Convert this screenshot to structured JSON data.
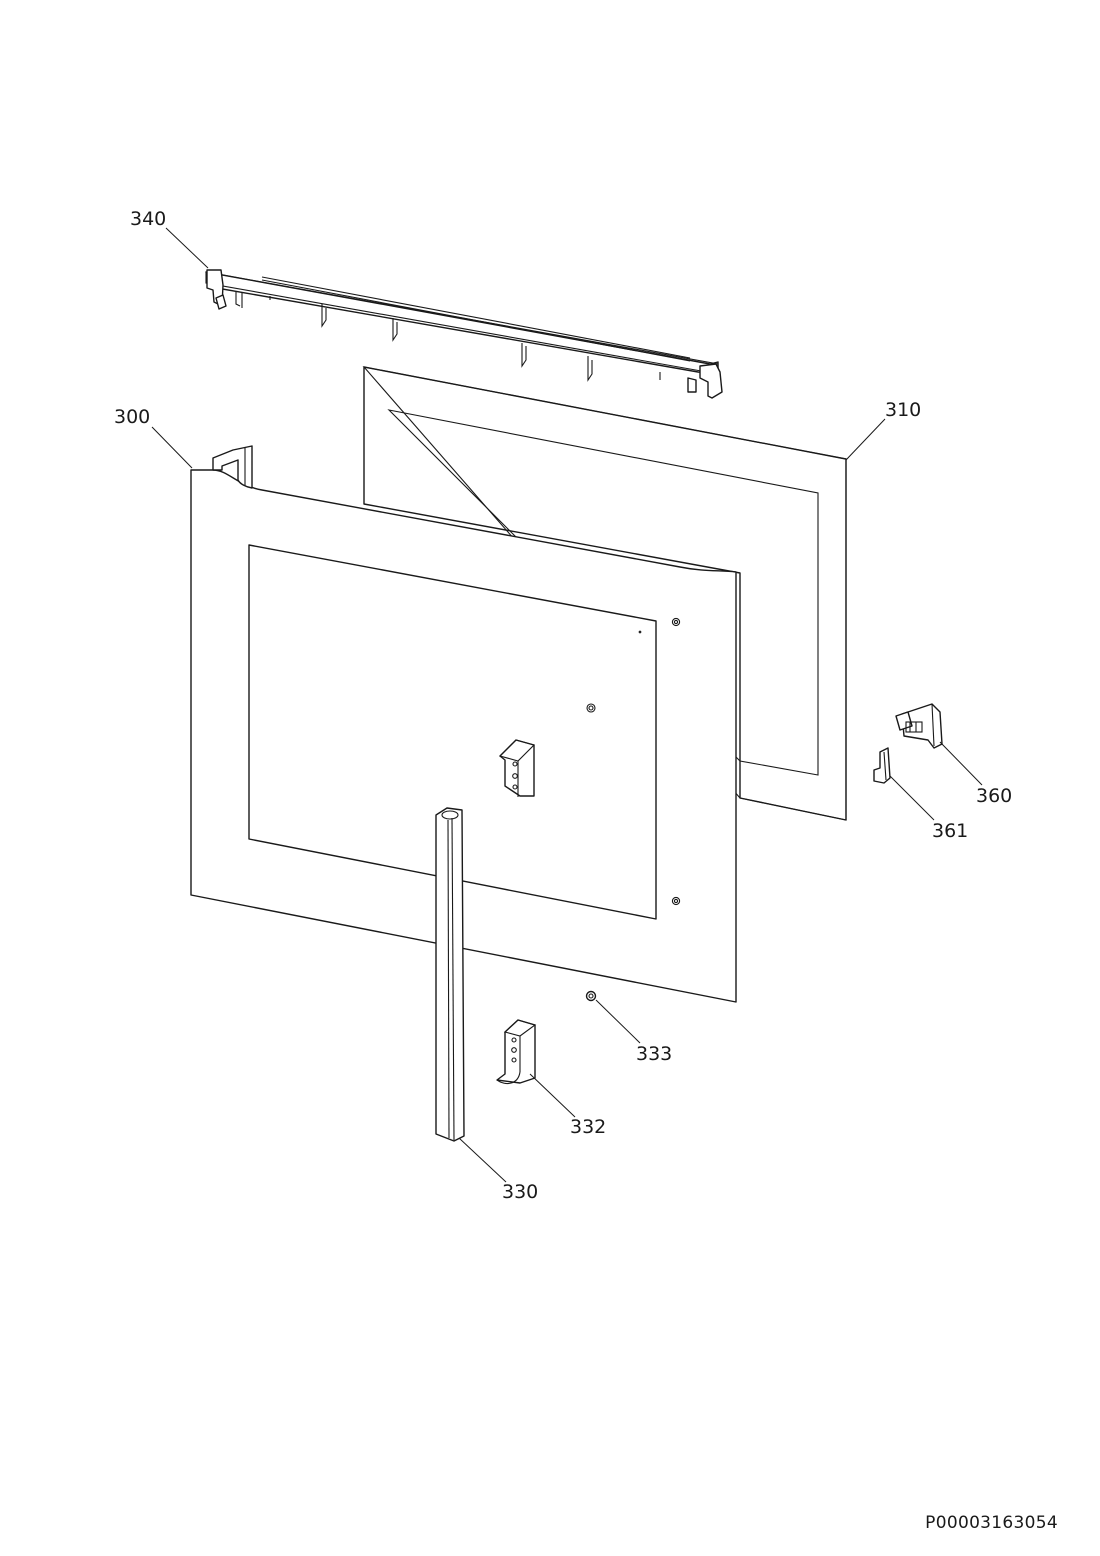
{
  "parts": [
    {
      "id": "340",
      "label": "340"
    },
    {
      "id": "310",
      "label": "310"
    },
    {
      "id": "300",
      "label": "300"
    },
    {
      "id": "360",
      "label": "360"
    },
    {
      "id": "361",
      "label": "361"
    },
    {
      "id": "333",
      "label": "333"
    },
    {
      "id": "332",
      "label": "332"
    },
    {
      "id": "330",
      "label": "330"
    }
  ],
  "document_number": "P00003163054"
}
